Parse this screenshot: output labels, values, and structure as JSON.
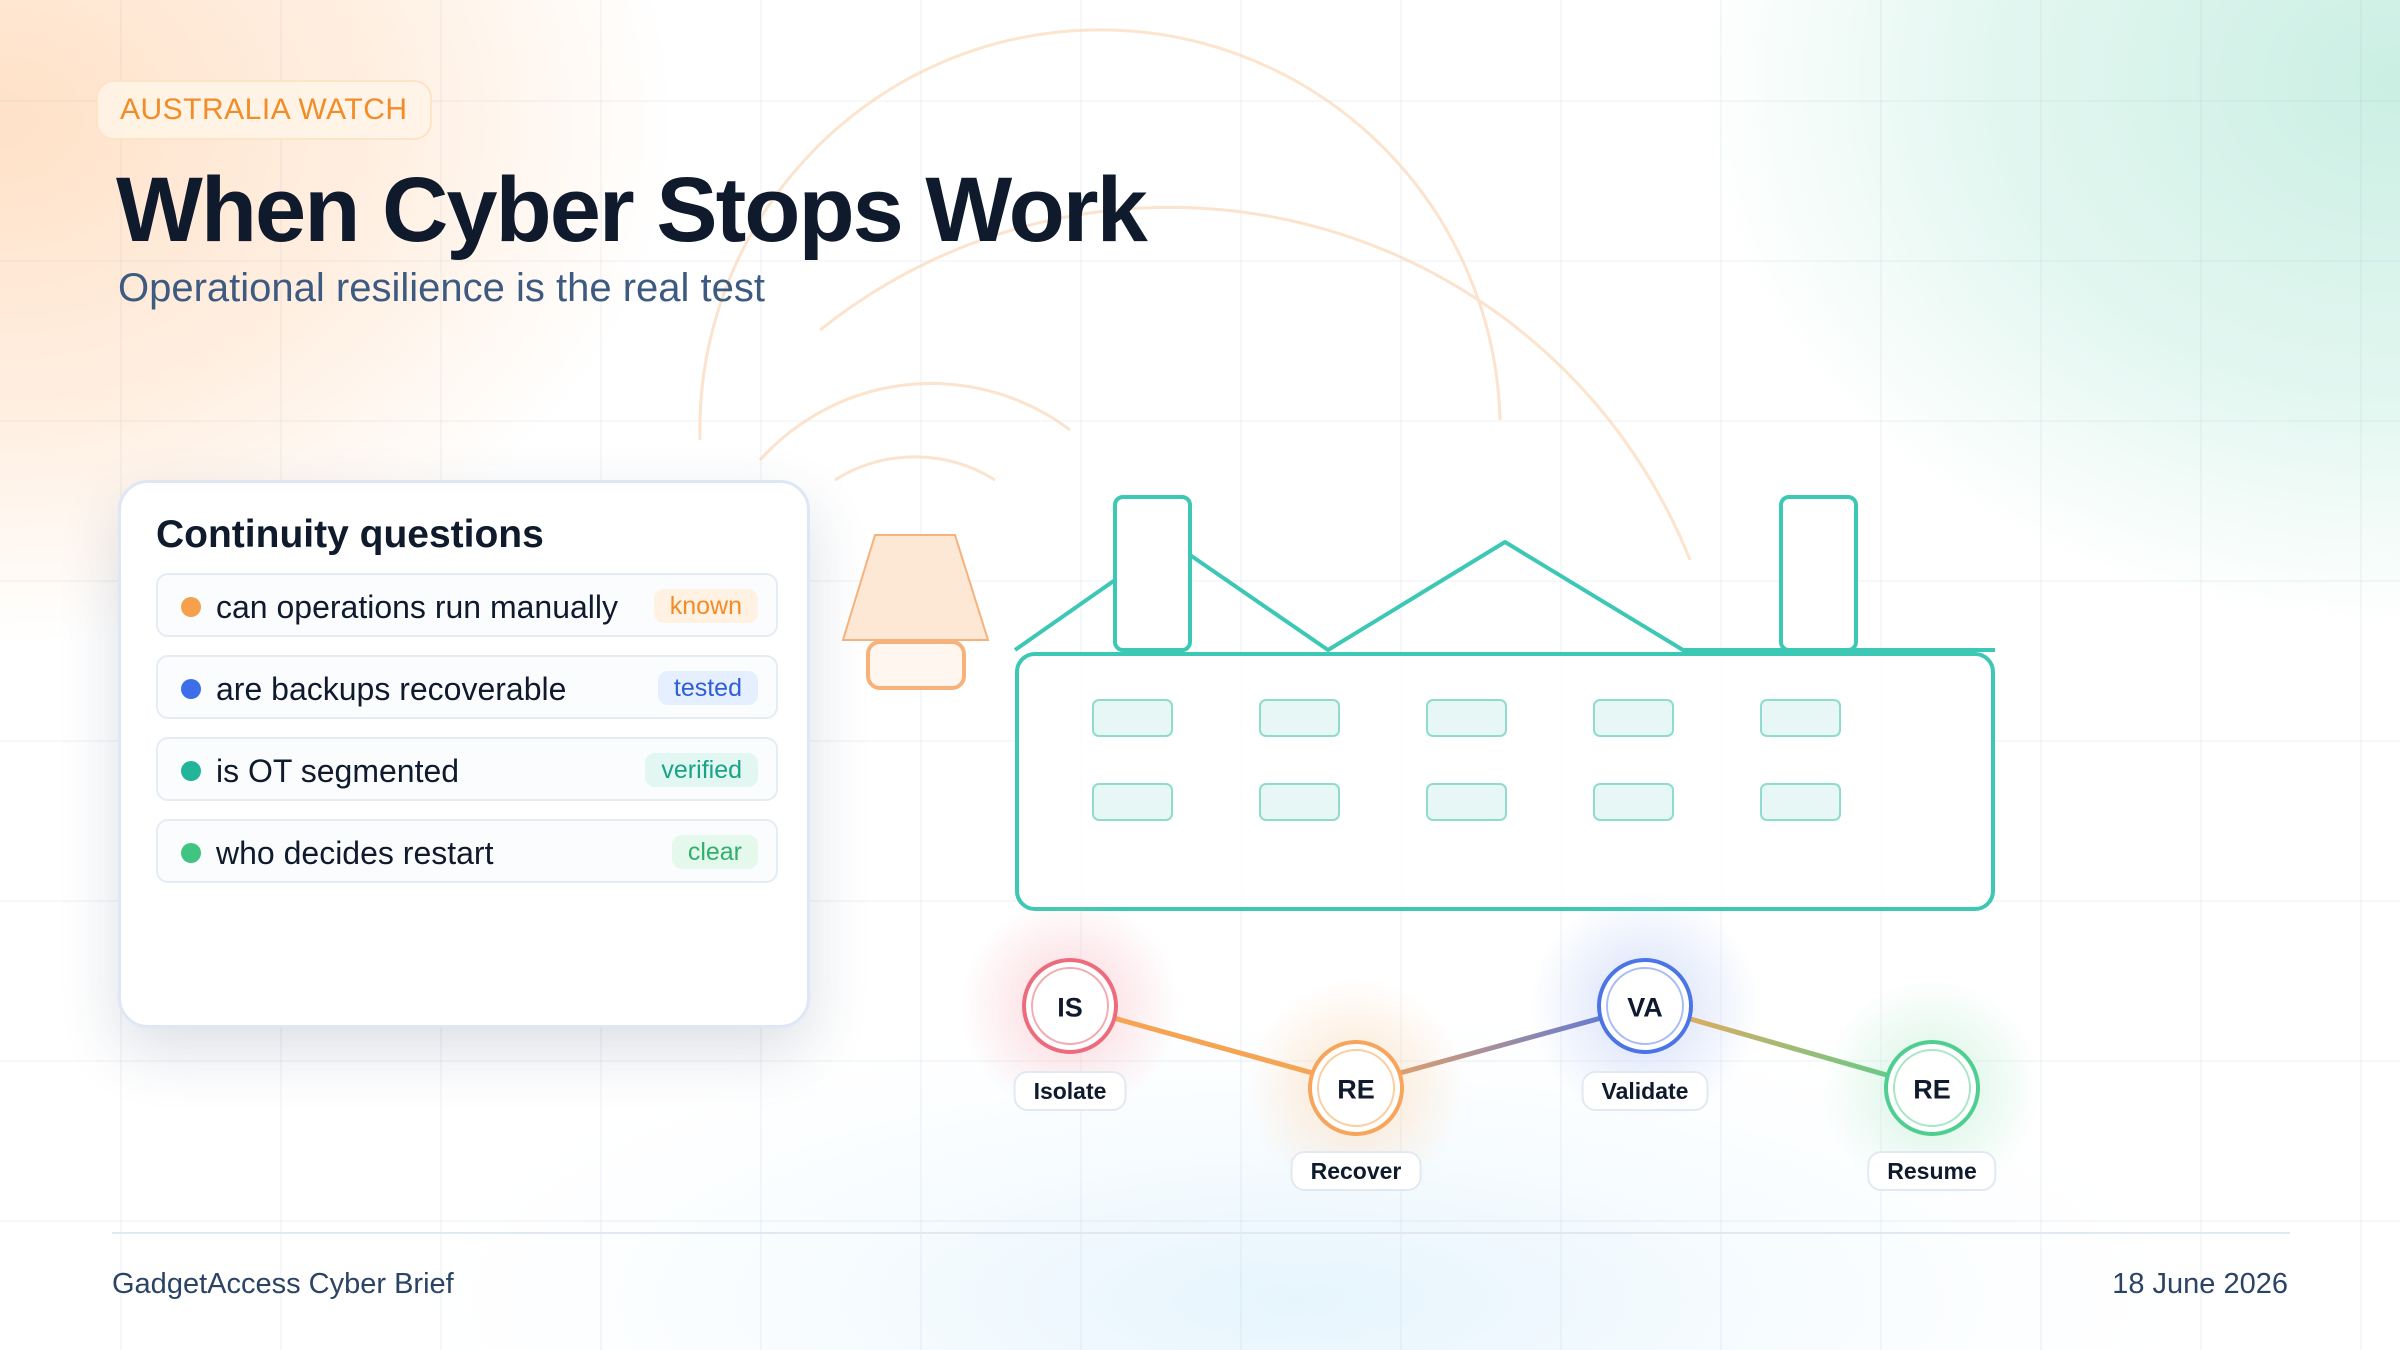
{
  "header": {
    "kicker": "AUSTRALIA WATCH",
    "title": "When Cyber Stops Work",
    "subtitle": "Operational resilience is the real test"
  },
  "card": {
    "title": "Continuity questions",
    "questions": [
      {
        "text": "can operations run manually",
        "badge": "known",
        "dot_color": "#f6a04d",
        "badge_color": "#f28c28",
        "badge_bg": "#fff2e3"
      },
      {
        "text": "are backups recoverable",
        "badge": "tested",
        "dot_color": "#3b6ee8",
        "badge_color": "#2f5fd6",
        "badge_bg": "#e6efff"
      },
      {
        "text": "is OT segmented",
        "badge": "verified",
        "dot_color": "#22b59a",
        "badge_color": "#1aa387",
        "badge_bg": "#e2f7f1"
      },
      {
        "text": "who decides restart",
        "badge": "clear",
        "dot_color": "#3fc482",
        "badge_color": "#2fb06f",
        "badge_bg": "#e4f8ec"
      }
    ]
  },
  "process": {
    "steps": [
      {
        "abbr": "IS",
        "label": "Isolate",
        "color": "#ec6b7d"
      },
      {
        "abbr": "RE",
        "label": "Recover",
        "color": "#f6a55a"
      },
      {
        "abbr": "VA",
        "label": "Validate",
        "color": "#4b74e6"
      },
      {
        "abbr": "RE",
        "label": "Resume",
        "color": "#4fcf8f"
      }
    ]
  },
  "colors": {
    "factory_outline": "#3cc8b4",
    "factory_window": "#e6f7f5",
    "lamp": "#f6b27a"
  },
  "icons": [
    "factory-icon",
    "lamp-icon",
    "signal-arcs"
  ],
  "footer": {
    "brand": "GadgetAccess Cyber Brief",
    "date": "18 June 2026"
  }
}
